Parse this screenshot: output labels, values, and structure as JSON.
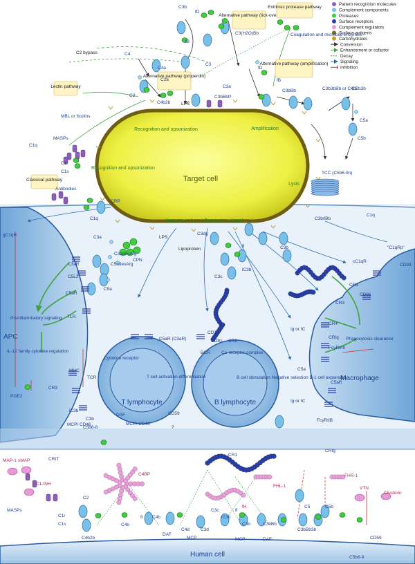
{
  "legend": {
    "items": [
      {
        "label": "Pattern recognition molecules",
        "color": "#8b5fb8"
      },
      {
        "label": "Complement components",
        "color": "#79c0e8"
      },
      {
        "label": "Proteases",
        "color": "#3fcc3f"
      },
      {
        "label": "Surface receptors",
        "color": "#2a3fa8"
      },
      {
        "label": "Complement regulators",
        "color": "#e79ad7"
      },
      {
        "label": "Surface antigens",
        "color": "#7a6a1a"
      },
      {
        "label": "Carbohydrates",
        "color": "#c9a030"
      }
    ],
    "arrows": [
      {
        "label": "Conversion",
        "color": "#333333",
        "style": "solid"
      },
      {
        "label": "Enhancement or cofactor",
        "color": "#3da33d",
        "style": "dot"
      },
      {
        "label": "Decay",
        "color": "#3da33d",
        "style": "dash"
      },
      {
        "label": "Signaling",
        "color": "#2a6ab0",
        "style": "solid"
      },
      {
        "label": "Inhibition",
        "color": "#d23030",
        "style": "bar"
      }
    ]
  },
  "boxes": {
    "alt_tickover": "Alternative pathway (tick-over)",
    "extrinsic": "Extrinsic protease pathway",
    "lectin": "Lectin pathway",
    "alt_properdin": "Alternative pathway (properdin)",
    "alt_amplification": "Alternative pathway (amplification)",
    "classical": "Classical pathway"
  },
  "target_cell": {
    "title": "Target cell",
    "recognition_top": "Recognition and opsonization",
    "recognition_left": "Recognition and opsonization",
    "amplification": "Amplification",
    "lysis": "Lysis",
    "immune": "Immune and proinflammatory signaling"
  },
  "labels": {
    "c3b_top": "C3b",
    "fd": "fD",
    "fb": "fB",
    "c3_h2o_bb": "C3(H2O)Bb",
    "c3": "C3",
    "c4": "C4",
    "c4a": "C4a",
    "c2a": "C2a",
    "c2": "C2",
    "c4b2b": "C4b2b",
    "c3bbbp": "C3bBbP",
    "c3a": "C3a",
    "c3bbb": "C3bBb",
    "fb2": "fB",
    "fd2": "fD",
    "c3b3bbb": "C3b3bBb or C4b2b3b",
    "c5": "C5",
    "c5a_top": "C5a",
    "c5b": "C5b",
    "c2bypass": "C2 bypass",
    "coag": "Coagulation and microbial enzymes",
    "lps_top": "LPS",
    "mbl": "MBL or ficolins",
    "masps": "MASPs",
    "c1q": "C1q",
    "c1r": "C1r",
    "c1s": "C1s",
    "antibodies": "Antibodies",
    "crp": "CRP",
    "c1q_lower": "C1q",
    "tcc": "TCC (C5b6-9n)",
    "c3b_right": "C3b/iBb",
    "lps_mid": "LPS",
    "lipoprotein": "Lipoprotein",
    "c3dg": "C3dg",
    "ic3b": "iC3b",
    "fi": "fI",
    "c3c": "C3c",
    "c3b_mid": "C3b",
    "gc1qr": "gC1qR",
    "c3a_left": "C3a",
    "c3adesarg": "C3adesArg",
    "c5adesarg": "C5adesArg",
    "cpn": "CPN",
    "c3ar": "C3aR",
    "c5l2": "C5L2",
    "c5ar": "C5aR",
    "tlr": "TLR",
    "c5a_left": "C5a",
    "proinflam": "Proinflammatory signaling",
    "apc": "APC",
    "il12": "IL-12 family cytokine regulation",
    "mhc": "MHC",
    "tcr": "TCR",
    "pge2": "PGE2",
    "cr3_left": "CR3",
    "ic3b_left": "iC3b",
    "mcp_cd46_left": "MCP/ CD46",
    "c5b6_8": "C5b6-8",
    "c3b_small": "C3b",
    "daf": "DAF",
    "mcp_cd46": "MCP/ CD46",
    "cd59": "CD59",
    "qmark": "?",
    "c5ar_t": "C5aR (C3aR)",
    "cytokine_rec": "Cytokine receptor",
    "t_activation": "T cell activation differentiation",
    "t_lymph": "T lymphocyte",
    "cd19": "CD19",
    "cd81": "CD81",
    "cr2": "CR2",
    "bcr": "BCR",
    "coreceptor": "Co-receptor complex",
    "b_stim": "B cell stimulation Negative selection B-1 cell expansion",
    "b_lymph": "B lymphocyte",
    "c1q_right": "C1q",
    "c1qrp": "\"C1qRp\"",
    "cc1qr": "cC1qR",
    "cd93": "CD93",
    "cd91": "CD91",
    "cr1": "CR1",
    "cr3_right": "CR3",
    "cr4": "CR4",
    "crig_right": "CRIg",
    "fcgr": "FcγRI/III",
    "phago": "Phagocytosis clearance",
    "ig_ic_top": "Ig or IC",
    "c5a_right": "C5a",
    "c5ar_right": "C5aR",
    "ig_ic": "Ig or IC",
    "fcgr2b": "FcγRIIB",
    "macrophage": "Macrophage",
    "crit": "CRIT",
    "map1": "MAP-1",
    "smap": "sMAP",
    "c1inh": "C1-INH",
    "masps_low": "MASPs",
    "c2_low": "C2",
    "c1r_low": "C1r",
    "c1s_low": "C1s",
    "c4bp": "C4BP",
    "cr1_low": "CR1",
    "fh": "fH",
    "fhl1": "FHL-1",
    "crig_low": "CRIg",
    "fhr1": "FHR-1",
    "vtn": "VTN",
    "clusterin": "Clusterin",
    "c4b2b_low": "C4b2b",
    "c4b_a": "C4b",
    "fi_low1": "fI",
    "c4b_b": "C4b",
    "c4d": "C4d",
    "c3d": "C3d",
    "c3c_low": "C3c",
    "ic3b_low": "iC3b",
    "fi_low2": "fI",
    "c3b_low": "C3b",
    "c3bbb_low": "C3bBb",
    "c3bbb3b": "C3bBb3b",
    "c5_low": "C5",
    "c5b_low": "C5b",
    "c5b6_9": "C5b6-9",
    "cd59_low": "CD59",
    "daf_low1": "DAF",
    "mcp_low1": "MCP",
    "mcp_low2": "MCP",
    "daf_low2": "DAF",
    "human_cell": "Human cell"
  }
}
